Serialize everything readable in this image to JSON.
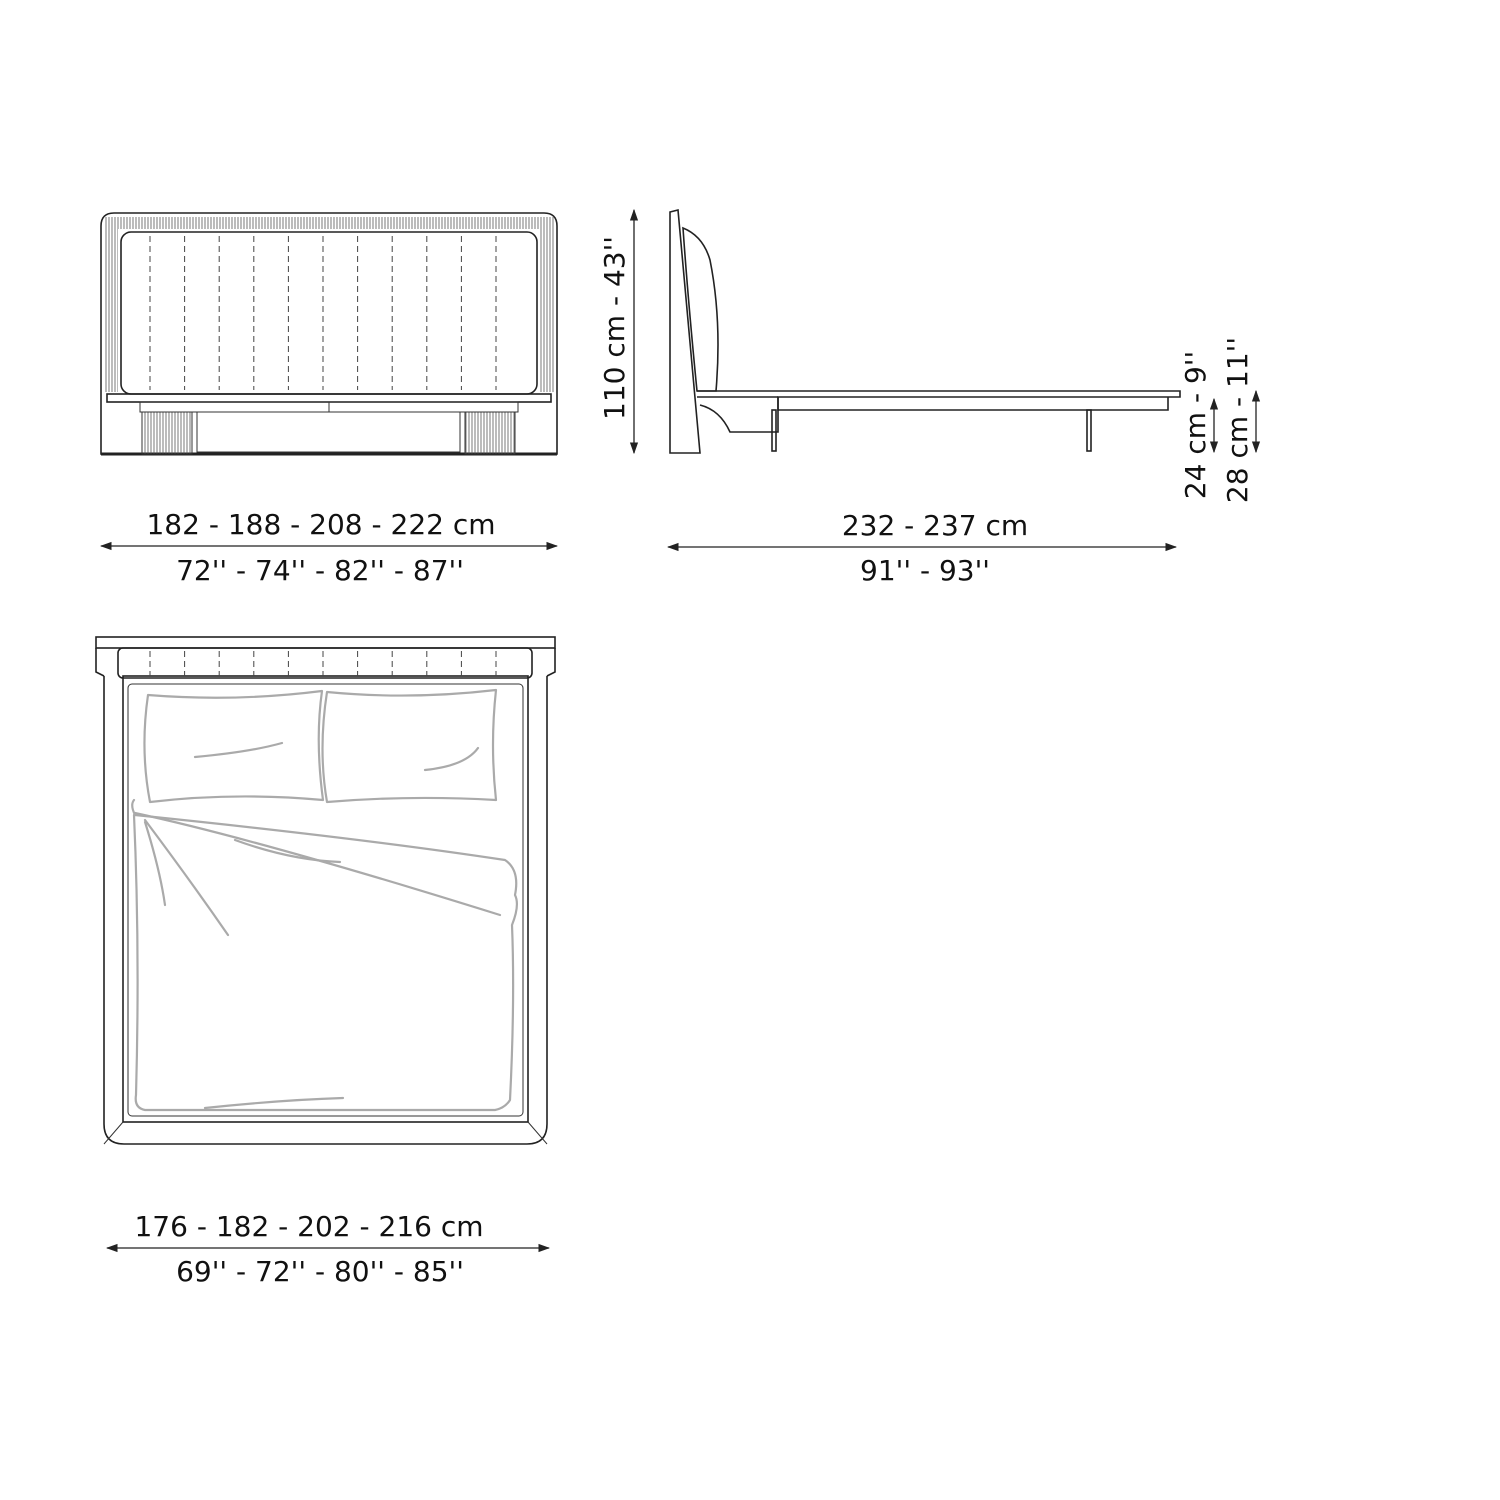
{
  "front_view": {
    "width_cm": "182 - 188 - 208 - 222 cm",
    "width_in": "72'' - 74'' - 82'' - 87''"
  },
  "side_view": {
    "height": "110 cm - 43''",
    "length_cm": "232 - 237 cm",
    "length_in": "91'' - 93''",
    "low_height": "24 cm - 9''",
    "high_height": "28 cm - 11''"
  },
  "top_view": {
    "width_cm": "176 - 182 - 202 - 216 cm",
    "width_in": "69'' - 72'' - 80'' - 85''"
  }
}
